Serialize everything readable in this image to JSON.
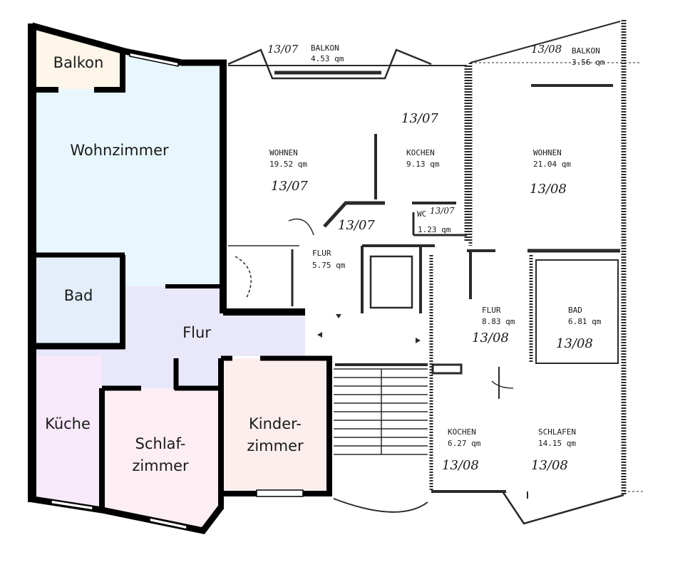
{
  "colors": {
    "wall": "#000000",
    "scan_line": "#2a2a2a",
    "balkon_fill": "#fdf6e9",
    "wohnzimmer_fill": "#e8f7fd",
    "bad_fill": "#e3eefa",
    "flur_fill": "#e9e8fb",
    "kueche_fill": "#f8eafa",
    "schlafzimmer_fill": "#fdeef3",
    "kinderzimmer_fill": "#fdeeee"
  },
  "colored_rooms": {
    "balkon": "Balkon",
    "wohnzimmer": "Wohnzimmer",
    "bad": "Bad",
    "flur": "Flur",
    "kueche": "Küche",
    "schlafzimmer_line1": "Schlaf-",
    "schlafzimmer_line2": "zimmer",
    "kinderzimmer_line1": "Kinder-",
    "kinderzimmer_line2": "zimmer"
  },
  "scanned_plan": {
    "balkon_left": {
      "name": "BALKON",
      "area": "4.53 qm",
      "mark": "13/07"
    },
    "balkon_right": {
      "name": "BALKON",
      "area": "3.56 qm",
      "mark": "13/08"
    },
    "wohnen_left": {
      "name": "WOHNEN",
      "area": "19.52 qm",
      "mark": "13/07"
    },
    "kochen_left": {
      "name": "KOCHEN",
      "area": "9.13 qm"
    },
    "mark_top_center": "13/07",
    "mark_corridor": "13/07",
    "wc": {
      "name": "WC",
      "area": "1.23 qm",
      "mark": "13/07"
    },
    "flur_left": {
      "name": "FLUR",
      "area": "5.75 qm"
    },
    "wohnen_right": {
      "name": "WOHNEN",
      "area": "21.04 qm",
      "mark": "13/08"
    },
    "flur_right": {
      "name": "FLUR",
      "area": "8.83 qm",
      "mark": "13/08"
    },
    "bad_right": {
      "name": "BAD",
      "area": "6.81 qm",
      "mark": "13/08"
    },
    "kochen_right": {
      "name": "KOCHEN",
      "area": "6.27 qm",
      "mark": "13/08"
    },
    "schlafen": {
      "name": "SCHLAFEN",
      "area": "14.15 qm",
      "mark": "13/08"
    }
  }
}
